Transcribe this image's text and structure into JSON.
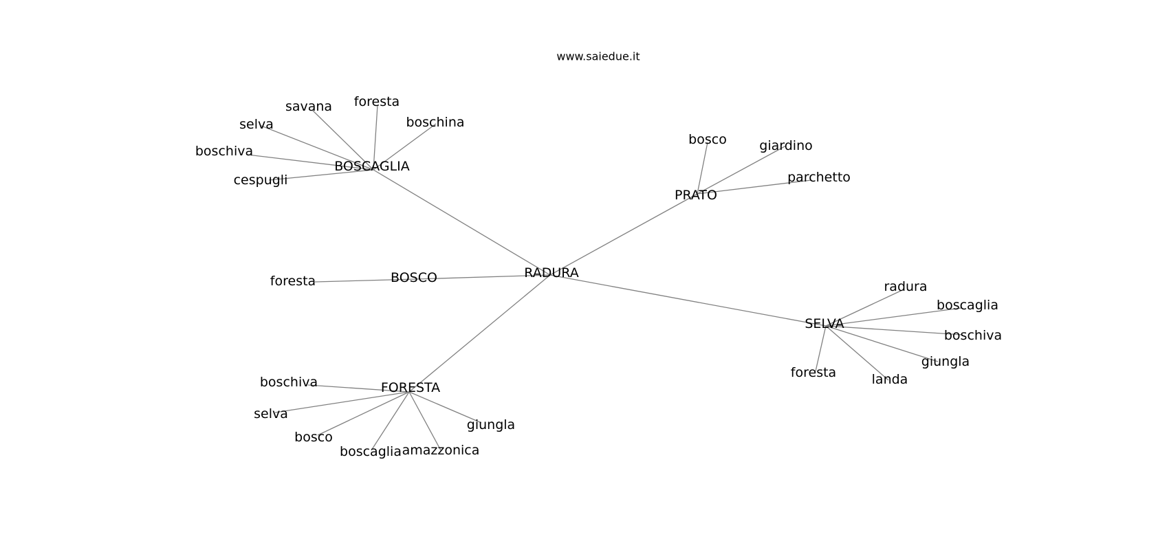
{
  "watermark": "www.saiedue.it",
  "colors": {
    "edge": "#808080",
    "label": "#000000",
    "background": "#ffffff"
  },
  "graph": {
    "center": "RADURA",
    "hubs": [
      {
        "label": "BOSCAGLIA",
        "leaves": [
          "savana",
          "foresta",
          "boschina",
          "selva",
          "boschiva",
          "cespugli"
        ]
      },
      {
        "label": "PRATO",
        "leaves": [
          "bosco",
          "giardino",
          "parchetto"
        ]
      },
      {
        "label": "BOSCO",
        "leaves": [
          "foresta"
        ]
      },
      {
        "label": "SELVA",
        "leaves": [
          "radura",
          "boscaglia",
          "boschiva",
          "giungla",
          "landa",
          "foresta"
        ]
      },
      {
        "label": "FORESTA",
        "leaves": [
          "boschiva",
          "selva",
          "bosco",
          "boscaglia",
          "amazzonica",
          "giungla"
        ]
      }
    ]
  }
}
